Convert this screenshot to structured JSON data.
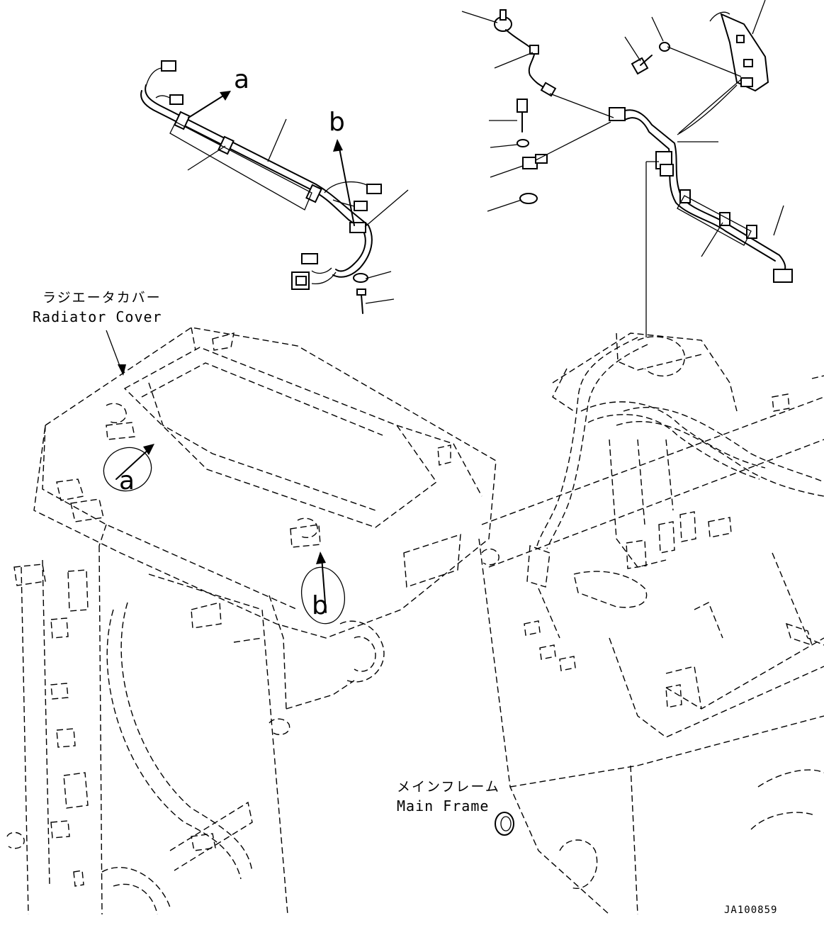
{
  "labels": {
    "radiator_cover_jp": "ラジエータカバー",
    "radiator_cover_en": "Radiator Cover",
    "main_frame_jp": "メインフレーム",
    "main_frame_en": "Main Frame",
    "view_a_arrow": "a",
    "view_b_arrow": "b",
    "view_a_circle": "a",
    "view_b_circle": "b",
    "drawing_code": "JA100859"
  }
}
